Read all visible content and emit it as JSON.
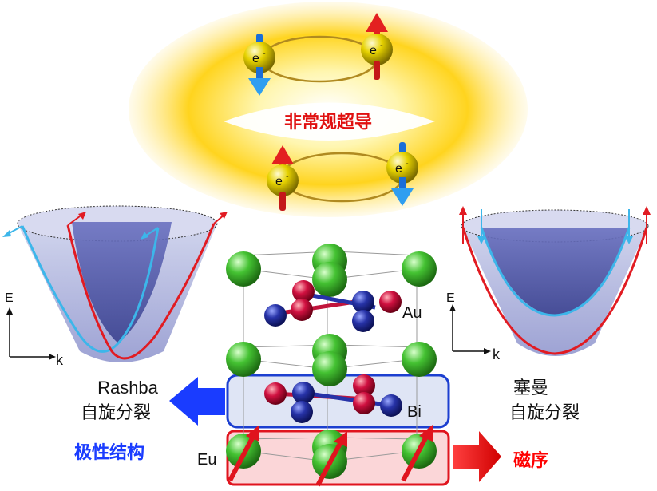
{
  "center_label": "非常规超导",
  "electron_label": "e",
  "electron_sup": "-",
  "axes": {
    "energy": "E",
    "momentum": "k"
  },
  "atoms": {
    "au": "Au",
    "bi": "Bi",
    "eu": "Eu"
  },
  "left_caption": {
    "line1": "Rashba",
    "line2": "自旋分裂"
  },
  "right_caption": {
    "line1": "塞曼",
    "line2": "自旋分裂"
  },
  "polar_label": "极性结构",
  "magnetic_label": "磁序",
  "colors": {
    "polar_blue": "#1a3cff",
    "magnetic_red": "#ff0000",
    "spin_red": "#e0141e",
    "spin_blue": "#35b4e6",
    "glow_yellow": "#ffd21a"
  }
}
